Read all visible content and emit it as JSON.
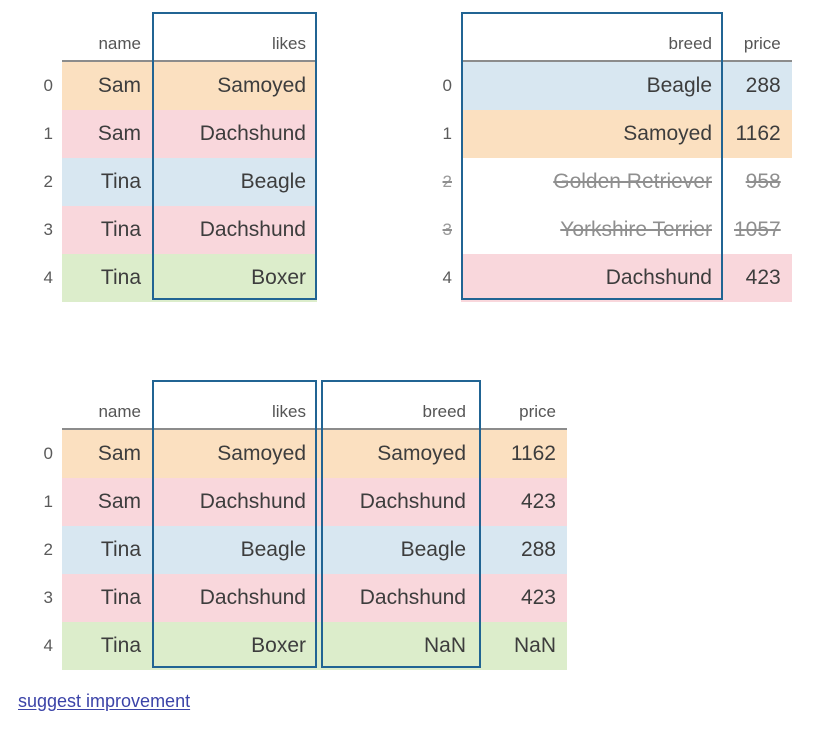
{
  "page": {
    "background": "#ffffff",
    "text_color": "#3d3d3d",
    "highlight_border_color": "#216493",
    "header_rule_color": "#8c8c8c",
    "link_color": "#3b43a8"
  },
  "row_colors": {
    "orange": "#fbe0c0",
    "pink": "#f9d7dc",
    "blue": "#d8e7f1",
    "green": "#dcedcb",
    "none": "#ffffff"
  },
  "tables": {
    "likes": {
      "name": "likes-table",
      "index_header": "",
      "columns": [
        "name",
        "likes"
      ],
      "highlighted_columns": [
        "likes"
      ],
      "rows": [
        {
          "index": "0",
          "tint": "orange",
          "struck": false,
          "cells": [
            "Sam",
            "Samoyed"
          ]
        },
        {
          "index": "1",
          "tint": "pink",
          "struck": false,
          "cells": [
            "Sam",
            "Dachshund"
          ]
        },
        {
          "index": "2",
          "tint": "blue",
          "struck": false,
          "cells": [
            "Tina",
            "Beagle"
          ]
        },
        {
          "index": "3",
          "tint": "pink",
          "struck": false,
          "cells": [
            "Tina",
            "Dachshund"
          ]
        },
        {
          "index": "4",
          "tint": "green",
          "struck": false,
          "cells": [
            "Tina",
            "Boxer"
          ]
        }
      ]
    },
    "breeds": {
      "name": "breeds-table",
      "index_header": "",
      "columns": [
        "breed",
        "price"
      ],
      "highlighted_columns": [
        "breed"
      ],
      "rows": [
        {
          "index": "0",
          "tint": "blue",
          "struck": false,
          "cells": [
            "Beagle",
            "288"
          ]
        },
        {
          "index": "1",
          "tint": "orange",
          "struck": false,
          "cells": [
            "Samoyed",
            "1162"
          ]
        },
        {
          "index": "2",
          "tint": "none",
          "struck": true,
          "cells": [
            "Golden Retriever",
            "958"
          ]
        },
        {
          "index": "3",
          "tint": "none",
          "struck": true,
          "cells": [
            "Yorkshire Terrier",
            "1057"
          ]
        },
        {
          "index": "4",
          "tint": "pink",
          "struck": false,
          "cells": [
            "Dachshund",
            "423"
          ]
        }
      ]
    },
    "merged": {
      "name": "merged-table",
      "index_header": "",
      "columns": [
        "name",
        "likes",
        "breed",
        "price"
      ],
      "highlighted_columns": [
        "likes",
        "breed"
      ],
      "rows": [
        {
          "index": "0",
          "tint": "orange",
          "struck": false,
          "cells": [
            "Sam",
            "Samoyed",
            "Samoyed",
            "1162"
          ]
        },
        {
          "index": "1",
          "tint": "pink",
          "struck": false,
          "cells": [
            "Sam",
            "Dachshund",
            "Dachshund",
            "423"
          ]
        },
        {
          "index": "2",
          "tint": "blue",
          "struck": false,
          "cells": [
            "Tina",
            "Beagle",
            "Beagle",
            "288"
          ]
        },
        {
          "index": "3",
          "tint": "pink",
          "struck": false,
          "cells": [
            "Tina",
            "Dachshund",
            "Dachshund",
            "423"
          ]
        },
        {
          "index": "4",
          "tint": "green",
          "struck": false,
          "cells": [
            "Tina",
            "Boxer",
            "NaN",
            "NaN"
          ]
        }
      ]
    }
  },
  "footer": {
    "suggest_link_label": "suggest improvement"
  }
}
